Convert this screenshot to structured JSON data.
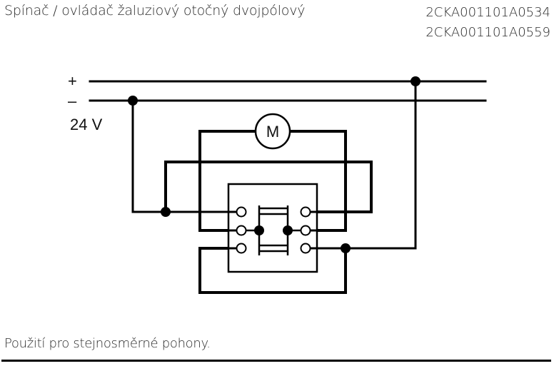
{
  "header": {
    "title": "Spínač / ovládač žaluziový otočný dvojpólový",
    "product_codes": [
      "2CKA001101A0534",
      "2CKA001101A0559"
    ]
  },
  "diagram": {
    "plus_label": "+",
    "minus_label": "–",
    "voltage_label": "24 V",
    "motor_label": "M"
  },
  "footer": {
    "note": "Použití pro stejnosměrné pohony."
  }
}
